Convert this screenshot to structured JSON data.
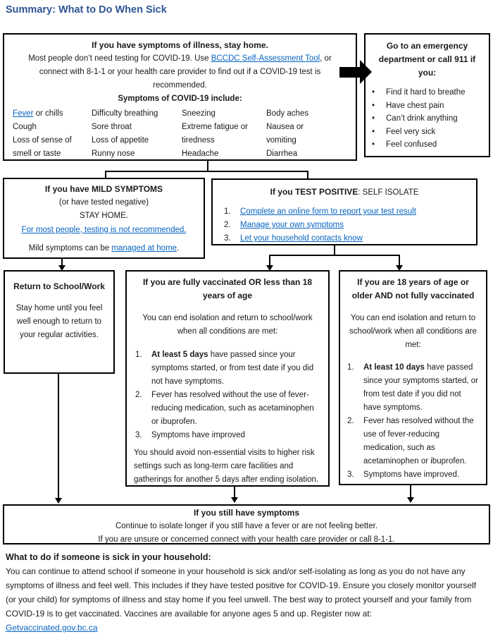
{
  "page": {
    "title": "Summary: What to Do When Sick"
  },
  "colors": {
    "title": "#2F5496",
    "link": "#0563C1",
    "border": "#000000",
    "arrow": "#000000"
  },
  "top_box": {
    "heading": "If you have symptoms of illness, stay home.",
    "body_before_link": "Most people don’t need testing for COVID-19. Use ",
    "assessment_link": "BCCDC Self-Assessment Tool",
    "body_after_link": ", or connect with 8-1-1 or your health care provider to find out if a COVID-19 test is recommended.",
    "symptoms_heading": "Symptoms of COVID-19 include:",
    "fever_link": "Fever",
    "fever_suffix": " or chills",
    "col1_items": [
      "Cough",
      "Loss of sense of smell or taste"
    ],
    "col2_items": [
      "Difficulty breathing",
      "Sore throat",
      "Loss of appetite",
      "Runny nose"
    ],
    "col3_items": [
      "Sneezing",
      "Extreme fatigue or tiredness",
      "Headache"
    ],
    "col4_items": [
      "Body aches",
      "Nausea or vomiting",
      "Diarrhea"
    ]
  },
  "emergency_box": {
    "heading": "Go to an emergency department or call 911 if you:",
    "bullet_char": "•",
    "bullets": [
      "Find it hard to breathe",
      "Have chest pain",
      "Can’t drink anything",
      "Feel very sick",
      "Feel confused"
    ]
  },
  "mild_box": {
    "heading": "If you have MILD SYMPTOMS",
    "line2": "(or have tested negative)",
    "line3": "STAY HOME.",
    "testing_link": "For most people, testing is not recommended.",
    "final_before_link": "Mild symptoms can be ",
    "managed_link": "managed at home",
    "final_after_link": "."
  },
  "positive_box": {
    "heading_bold": "If you TEST POSITIVE",
    "heading_rest": ": SELF ISOLATE",
    "items": [
      {
        "num": "1.",
        "link": "Complete an online form to report your test result"
      },
      {
        "num": "2.",
        "link": "Manage your own symptoms"
      },
      {
        "num": "3.",
        "link": "Let your household contacts know"
      }
    ]
  },
  "return_box": {
    "heading": "Return to School/Work",
    "body": "Stay home until you feel well enough to return to your regular activities."
  },
  "vaxed_box": {
    "heading": "If you are fully vaccinated OR less than 18 years of age",
    "intro": "You can end isolation and return to school/work when all conditions are met:",
    "items": [
      {
        "num": "1.",
        "bold": "At least 5 days",
        "text": " have passed since your symptoms started, or from test date if you did not have symptoms."
      },
      {
        "num": "2.",
        "bold": "",
        "text": "Fever has resolved without the use of fever-reducing medication, such as acetaminophen or ibuprofen."
      },
      {
        "num": "3.",
        "bold": "",
        "text": "Symptoms have improved"
      }
    ],
    "footer": "You should avoid non-essential visits to higher risk settings such as long-term care facilities and gatherings for another 5 days after ending isolation."
  },
  "unvaxed_box": {
    "heading": "If you are 18 years of age or older AND not fully vaccinated",
    "intro": "You can end isolation and return to school/work when all conditions are met:",
    "items": [
      {
        "num": "1.",
        "bold": "At least 10 days",
        "text": " have passed since your symptoms started, or from test date if you did not have symptoms."
      },
      {
        "num": "2.",
        "bold": "",
        "text": "Fever has resolved without the use of fever-reducing medication, such as acetaminophen or ibuprofen."
      },
      {
        "num": "3.",
        "bold": "",
        "text": "Symptoms have improved."
      }
    ]
  },
  "still_box": {
    "heading": "If you still have symptoms",
    "line1": "Continue to isolate longer if you still have a fever or are not feeling better.",
    "line2": "If you are unsure or concerned connect with your health care provider or call 8-1-1."
  },
  "household": {
    "heading": "What to do if someone is sick in your household:",
    "body": "You can continue to attend school if someone in your household is sick and/or self-isolating as long as you do not have any symptoms of illness and feel well. This includes if they have tested positive for COVID-19. Ensure you closely monitor yourself (or your child) for symptoms of illness and stay home if you feel unwell. The best way to protect yourself and your family from COVID-19 is to get vaccinated. Vaccines are available for anyone ages 5 and up. Register now at:",
    "register_link": "Getvaccinated.gov.bc.ca"
  }
}
